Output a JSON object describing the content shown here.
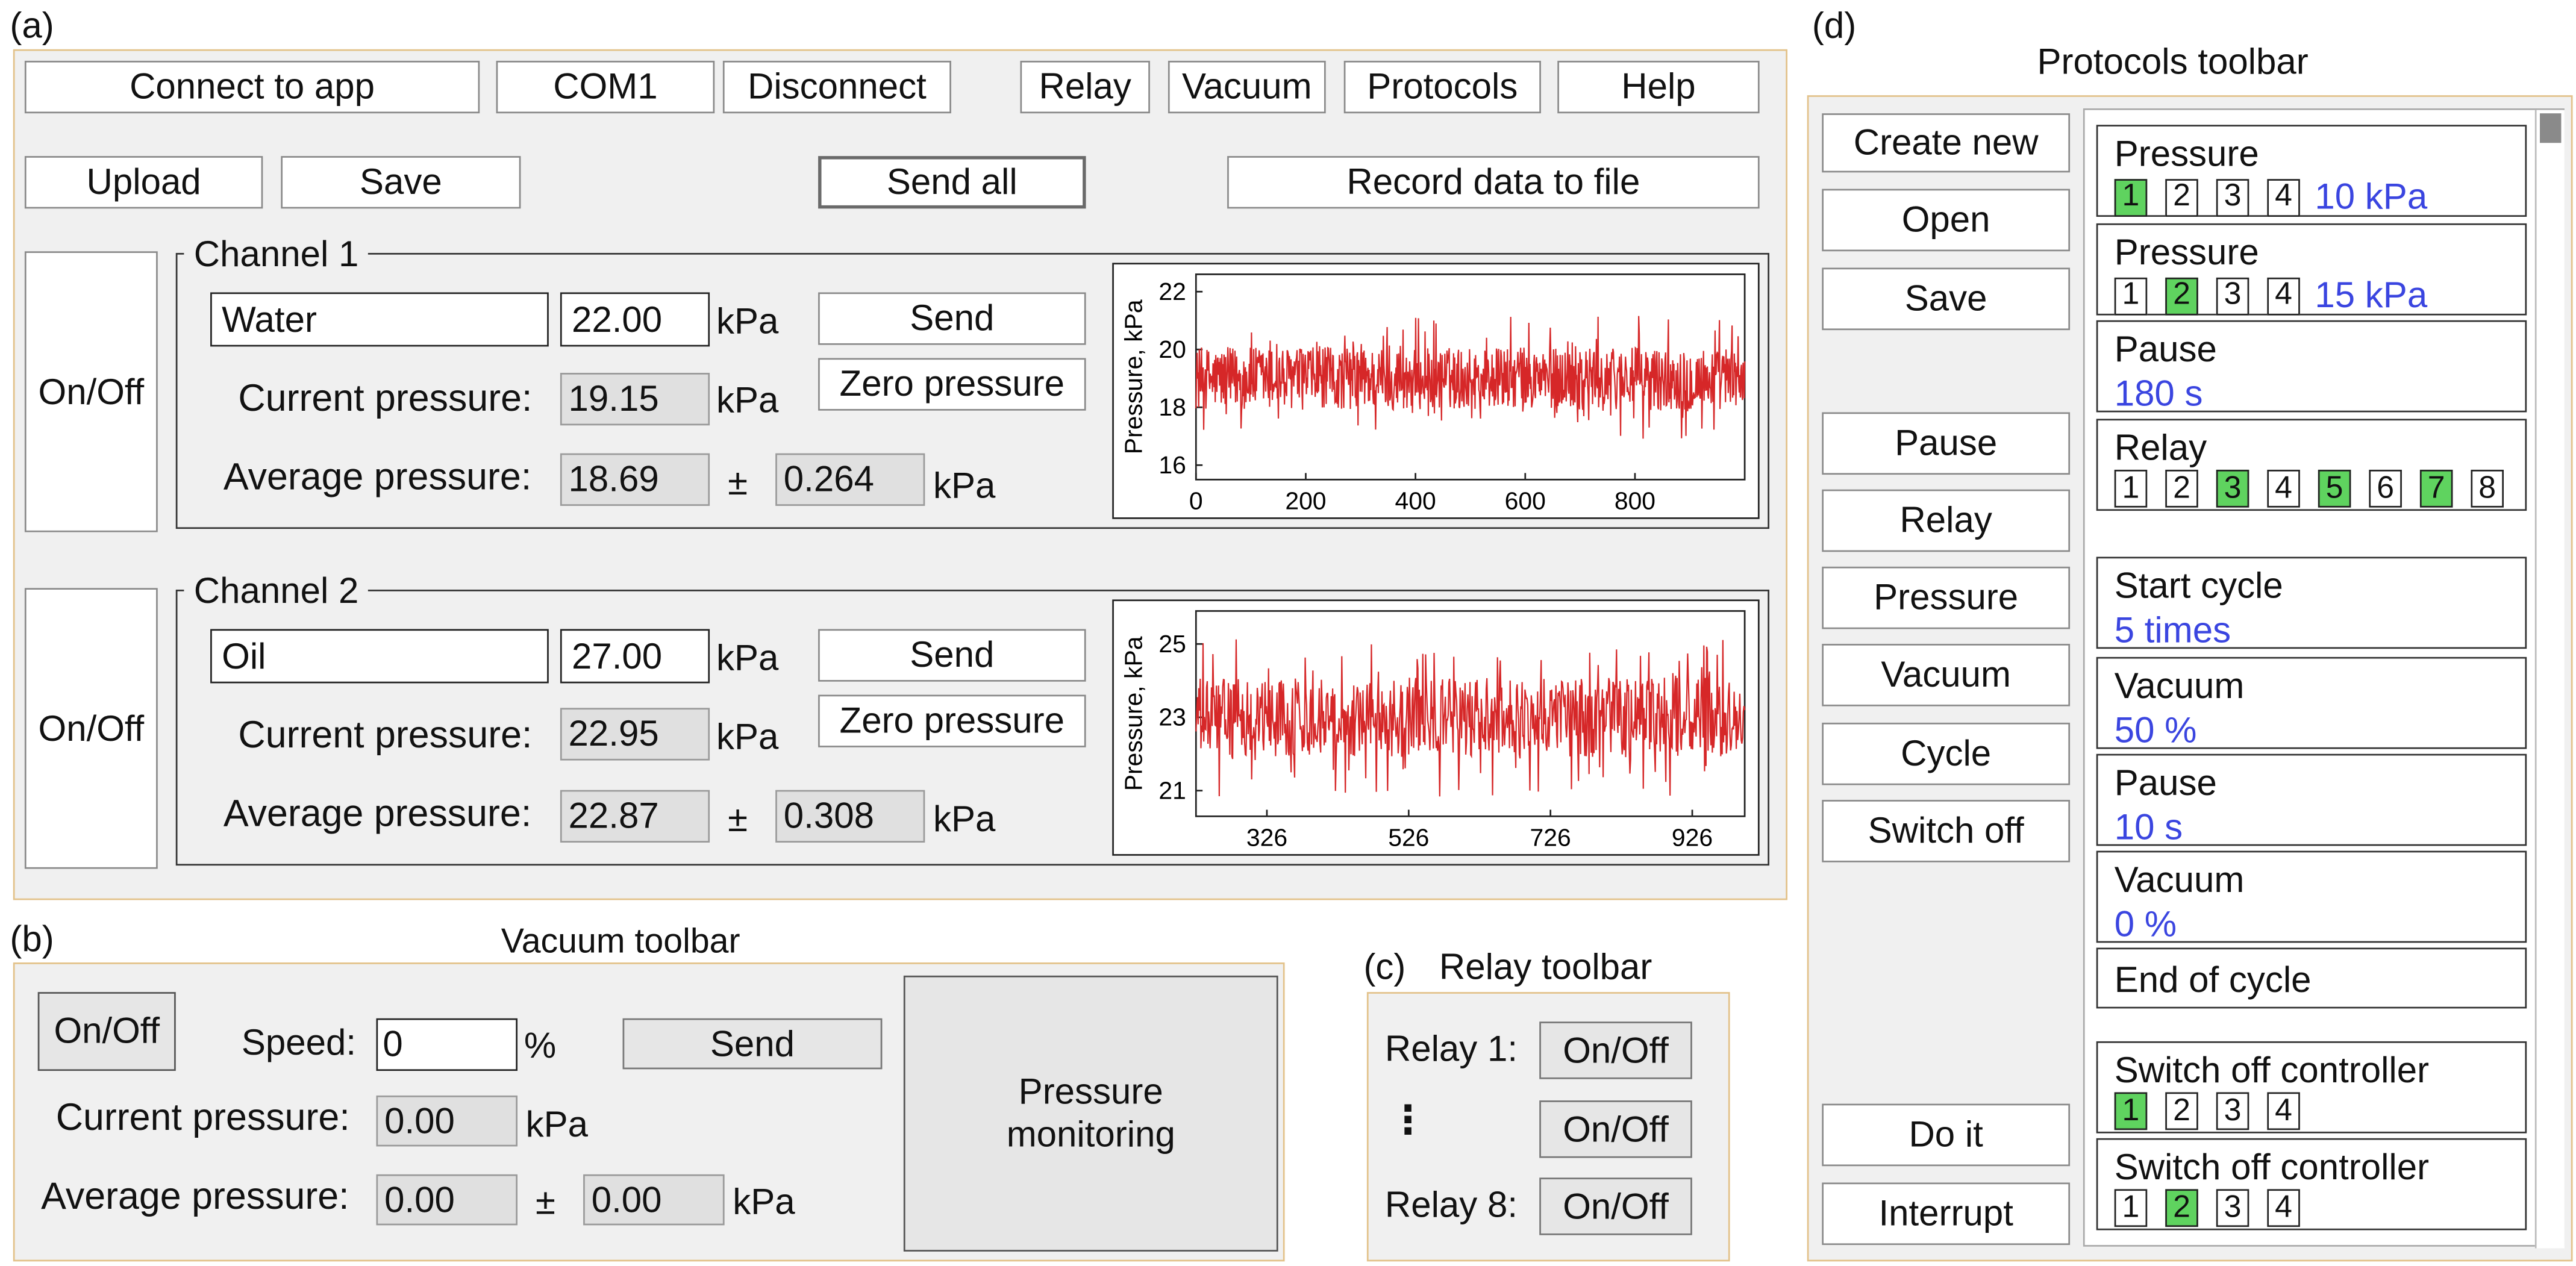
{
  "labels": {
    "a": "(a)",
    "b": "(b)",
    "c": "(c)",
    "d": "(d)"
  },
  "main": {
    "connect": "Connect to app",
    "port": "COM1",
    "disconnect": "Disconnect",
    "relay": "Relay",
    "vacuum": "Vacuum",
    "protocols": "Protocols",
    "help": "Help",
    "upload": "Upload",
    "save": "Save",
    "send_all": "Send all",
    "record": "Record data to file"
  },
  "channels": [
    {
      "onoff": "On/Off",
      "title": "Channel 1",
      "name": "Water",
      "setpoint": "22.00",
      "unit": "kPa",
      "send": "Send",
      "zero": "Zero pressure",
      "current_label": "Current pressure:",
      "current": "19.15",
      "average_label": "Average pressure:",
      "average": "18.69",
      "pm": "±",
      "stdev": "0.264"
    },
    {
      "onoff": "On/Off",
      "title": "Channel 2",
      "name": "Oil",
      "setpoint": "27.00",
      "unit": "kPa",
      "send": "Send",
      "zero": "Zero pressure",
      "current_label": "Current pressure:",
      "current": "22.95",
      "average_label": "Average pressure:",
      "average": "22.87",
      "pm": "±",
      "stdev": "0.308"
    }
  ],
  "vacuum": {
    "title": "Vacuum toolbar",
    "onoff": "On/Off",
    "speed_label": "Speed:",
    "speed": "0",
    "pct": "%",
    "send": "Send",
    "current_label": "Current pressure:",
    "current": "0.00",
    "unit": "kPa",
    "average_label": "Average pressure:",
    "average": "0.00",
    "pm": "±",
    "stdev": "0.00",
    "monitor_line1": "Pressure",
    "monitor_line2": "monitoring"
  },
  "relay": {
    "title": "Relay toolbar",
    "rows": [
      {
        "label": "Relay 1:",
        "button": "On/Off"
      },
      {
        "label": "⋮",
        "button": "On/Off"
      },
      {
        "label": "Relay 8:",
        "button": "On/Off"
      }
    ]
  },
  "protocols": {
    "title": "Protocols toolbar",
    "buttons": [
      "Create new",
      "Open",
      "Save",
      "Pause",
      "Relay",
      "Pressure",
      "Vacuum",
      "Cycle",
      "Switch off",
      "Do it",
      "Interrupt"
    ],
    "steps": [
      {
        "title": "Pressure",
        "nums": [
          "1",
          "2",
          "3",
          "4"
        ],
        "active": [
          1
        ],
        "value": "10 kPa"
      },
      {
        "title": "Pressure",
        "nums": [
          "1",
          "2",
          "3",
          "4"
        ],
        "active": [
          2
        ],
        "value": "15 kPa"
      },
      {
        "title": "Pause",
        "value": "180 s"
      },
      {
        "title": "Relay",
        "nums": [
          "1",
          "2",
          "3",
          "4",
          "5",
          "6",
          "7",
          "8"
        ],
        "active": [
          3,
          5,
          7
        ]
      },
      {
        "title": "Start cycle",
        "value": "5 times"
      },
      {
        "title": "Vacuum",
        "value": "50 %"
      },
      {
        "title": "Pause",
        "value": "10 s"
      },
      {
        "title": "Vacuum",
        "value": "0 %"
      },
      {
        "title": "End of cycle"
      },
      {
        "title": "Switch off controller",
        "nums": [
          "1",
          "2",
          "3",
          "4"
        ],
        "active": [
          1
        ]
      },
      {
        "title": "Switch off controller",
        "nums": [
          "1",
          "2",
          "3",
          "4"
        ],
        "active": [
          2
        ]
      }
    ]
  },
  "chart_data": [
    {
      "type": "line",
      "ylabel": "Pressure, kPa",
      "xlim": [
        0,
        1000
      ],
      "ylim": [
        15.5,
        22.6
      ],
      "xticks": [
        0,
        200,
        400,
        600,
        800
      ],
      "yticks": [
        16,
        18,
        20,
        22
      ],
      "series": [
        {
          "mean": 19.0,
          "noise_amplitude": 1.8,
          "points": 1000,
          "color": "#d62728"
        }
      ]
    },
    {
      "type": "line",
      "ylabel": "Pressure, kPa",
      "xlim": [
        226,
        1000
      ],
      "ylim": [
        20.3,
        25.9
      ],
      "xticks": [
        326,
        526,
        726,
        926
      ],
      "yticks": [
        21,
        23,
        25
      ],
      "series": [
        {
          "mean": 23.0,
          "noise_amplitude": 1.8,
          "points": 780,
          "color": "#d62728"
        }
      ]
    }
  ]
}
